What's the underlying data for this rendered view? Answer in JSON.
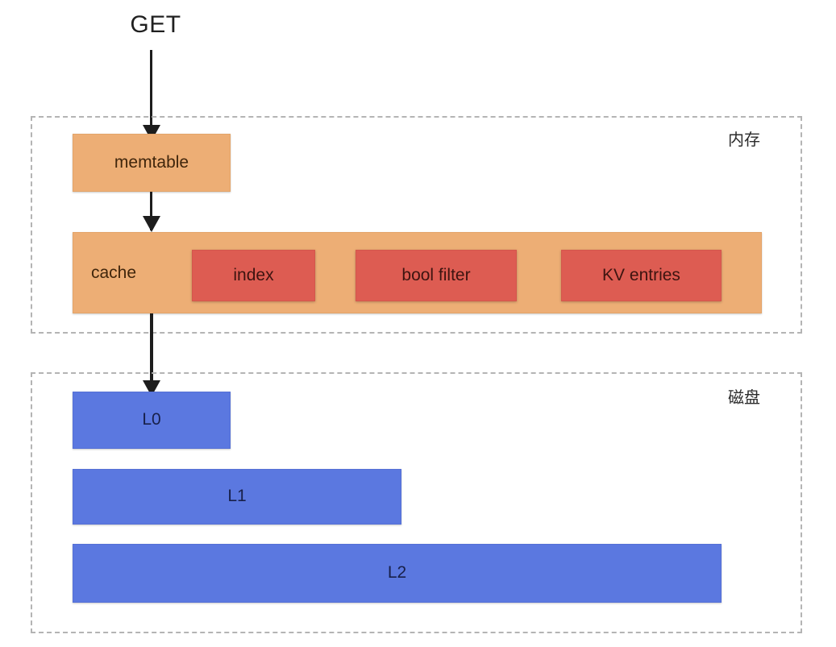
{
  "diagram": {
    "title_label": "GET",
    "zones": [
      {
        "id": "memory",
        "label": "内存"
      },
      {
        "id": "disk",
        "label": "磁盘"
      }
    ],
    "memory": {
      "memtable": {
        "label": "memtable"
      },
      "cache": {
        "label": "cache",
        "components": [
          {
            "label": "index"
          },
          {
            "label": "bool filter"
          },
          {
            "label": "KV entries"
          }
        ]
      }
    },
    "disk": {
      "levels": [
        {
          "label": "L0"
        },
        {
          "label": "L1"
        },
        {
          "label": "L2"
        }
      ]
    },
    "colors": {
      "memory_fill": "#edae75",
      "cache_component_fill": "#dd5c52",
      "level_fill": "#5b78e0",
      "zone_border": "#b4b4b4",
      "arrow": "#1d1d1d",
      "background": "#ffffff"
    }
  }
}
